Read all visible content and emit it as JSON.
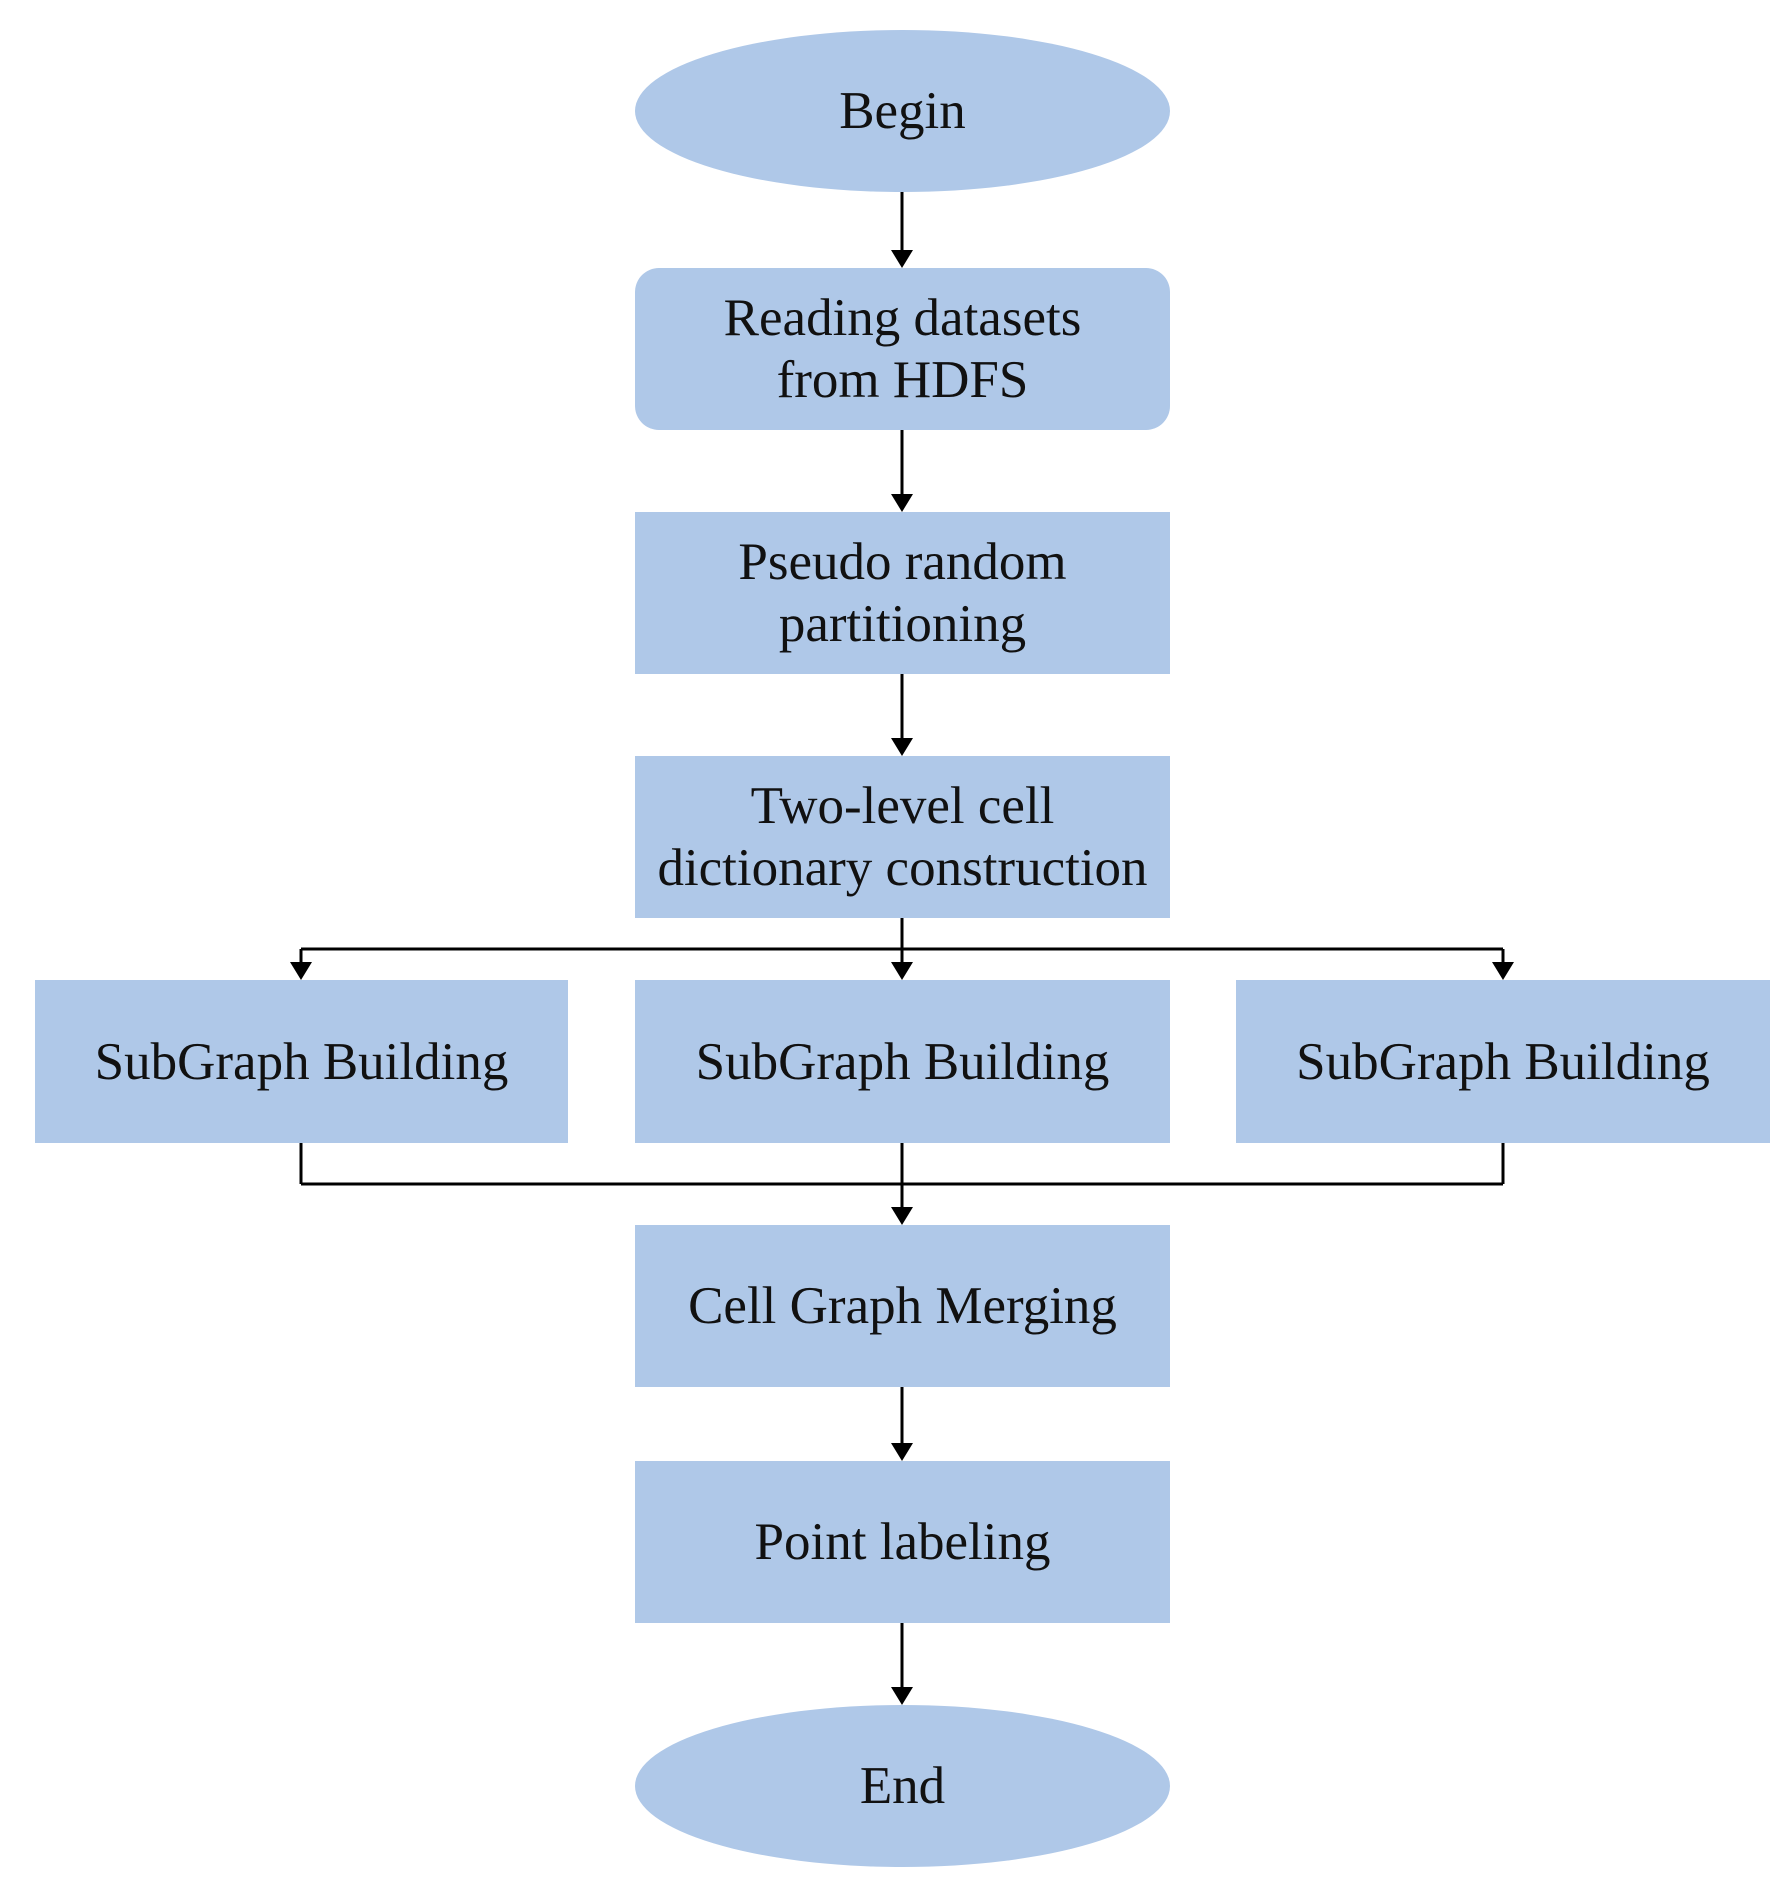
{
  "flowchart": {
    "begin": "Begin",
    "reading": [
      "Reading datasets",
      "from HDFS"
    ],
    "pseudo": [
      "Pseudo random",
      "partitioning"
    ],
    "twolevel": [
      "Two-level cell",
      "dictionary construction"
    ],
    "subgraph": [
      "SubGraph Building",
      "SubGraph Building",
      "SubGraph Building"
    ],
    "merging": "Cell Graph Merging",
    "labeling": "Point labeling",
    "end": "End"
  },
  "colors": {
    "node_fill": "#afc8e8",
    "connector": "#000000",
    "text": "#111111"
  }
}
